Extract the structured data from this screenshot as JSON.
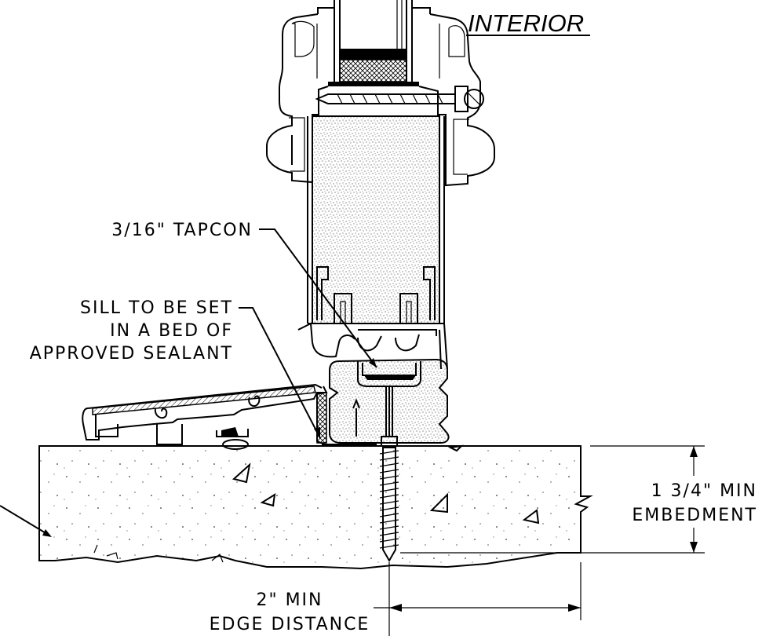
{
  "title": "INTERIOR",
  "callouts": {
    "tapcon": "3/16\" TAPCON",
    "sill_line1": "SILL TO BE SET",
    "sill_line2": "IN A BED OF",
    "sill_line3": "APPROVED SEALANT",
    "embed_line1": "1 3/4\" MIN",
    "embed_line2": "EMBEDMENT",
    "edge_line1": "2\" MIN",
    "edge_line2": "EDGE DISTANCE"
  },
  "colors": {
    "ink": "#000000",
    "paper": "#ffffff"
  }
}
